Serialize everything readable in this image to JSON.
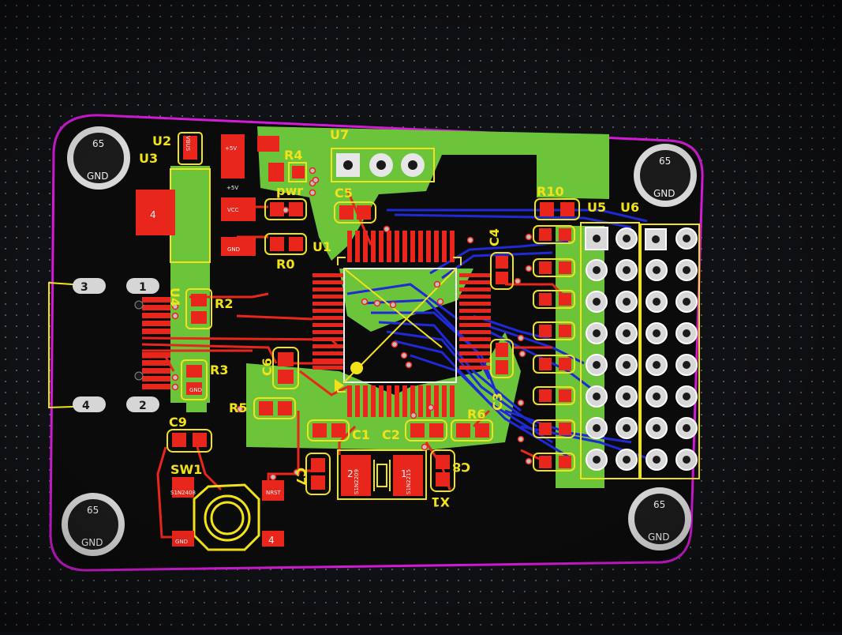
{
  "colors": {
    "outline": "#d41ad8",
    "top_copper": "#e8261c",
    "bottom_copper": "#1f2ad6",
    "pour": "#6cc43a",
    "silkscreen": "#f2e21a",
    "pad_white": "#e6e6e6"
  },
  "mount_holes": [
    {
      "net": "65",
      "label": "GND"
    },
    {
      "net": "65",
      "label": "GND"
    },
    {
      "net": "65",
      "label": "GND"
    },
    {
      "net": "65",
      "label": "GND"
    }
  ],
  "designators": {
    "u1": "U1",
    "u2": "U2",
    "u3": "U3",
    "u4": "U4",
    "u5": "U5",
    "u6": "U6",
    "u7": "U7",
    "r0": "R0",
    "r2": "R2",
    "r3": "R3",
    "r4": "R4",
    "r5": "R5",
    "r6": "R6",
    "r10": "R10",
    "c1": "C1",
    "c2": "C2",
    "c4": "C4",
    "c5": "C5",
    "c6": "C6",
    "c7": "C7",
    "c8": "C8",
    "c9": "C9",
    "c36": "C3",
    "sw1": "SW1",
    "x1": "X1",
    "pwr": "pwr"
  },
  "pad_labels": {
    "vbus": "VBUS",
    "p5v": "+5V",
    "p5v2": "+5V",
    "vcc": "VCC",
    "gnd": "GND",
    "nrst": "NRST",
    "gnd3": "GND",
    "gnd_r3": "GND",
    "xtal_left": "S1N2209",
    "xtal_right": "S1N2215",
    "sw_left": "S1N2408",
    "pad4_a": "4",
    "pad4_b": "4",
    "pad2_sw": "2",
    "pad3_sw": "3",
    "pin1": "1",
    "pin2": "2",
    "pin3": "3",
    "usb1": "1",
    "usb2": "2",
    "usb3": "3",
    "usb4": "4"
  }
}
